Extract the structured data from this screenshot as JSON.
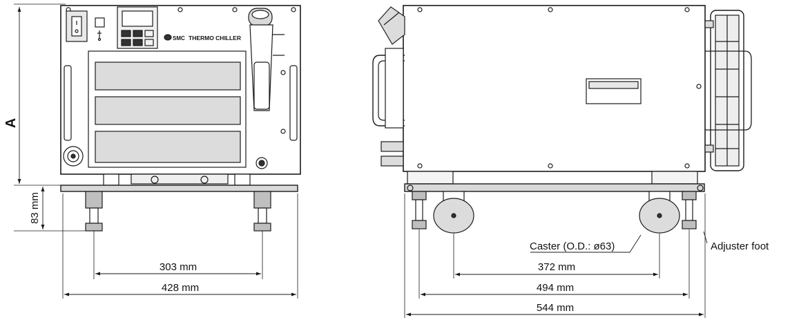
{
  "front_view": {
    "height_label": "A",
    "foot_height": "83 mm",
    "foot_spacing": "303 mm",
    "plate_width": "428 mm",
    "brand_text": "THERMO CHILLER",
    "brand_logo": "SMC"
  },
  "side_view": {
    "caster_label": "Caster (O.D.: ø63)",
    "adjuster_label": "Adjuster foot",
    "caster_spacing": "372 mm",
    "foot_spacing": "494 mm",
    "plate_length": "544 mm"
  },
  "colors": {
    "line": "#1a1a1a",
    "body_fill": "#ffffff",
    "plate_fill": "#d9d9d9",
    "foot_fill": "#bfbfbf"
  },
  "icons": [
    "power-switch-icon",
    "usb-icon",
    "valve-handwheel-icon",
    "caster-wheel-icon"
  ]
}
